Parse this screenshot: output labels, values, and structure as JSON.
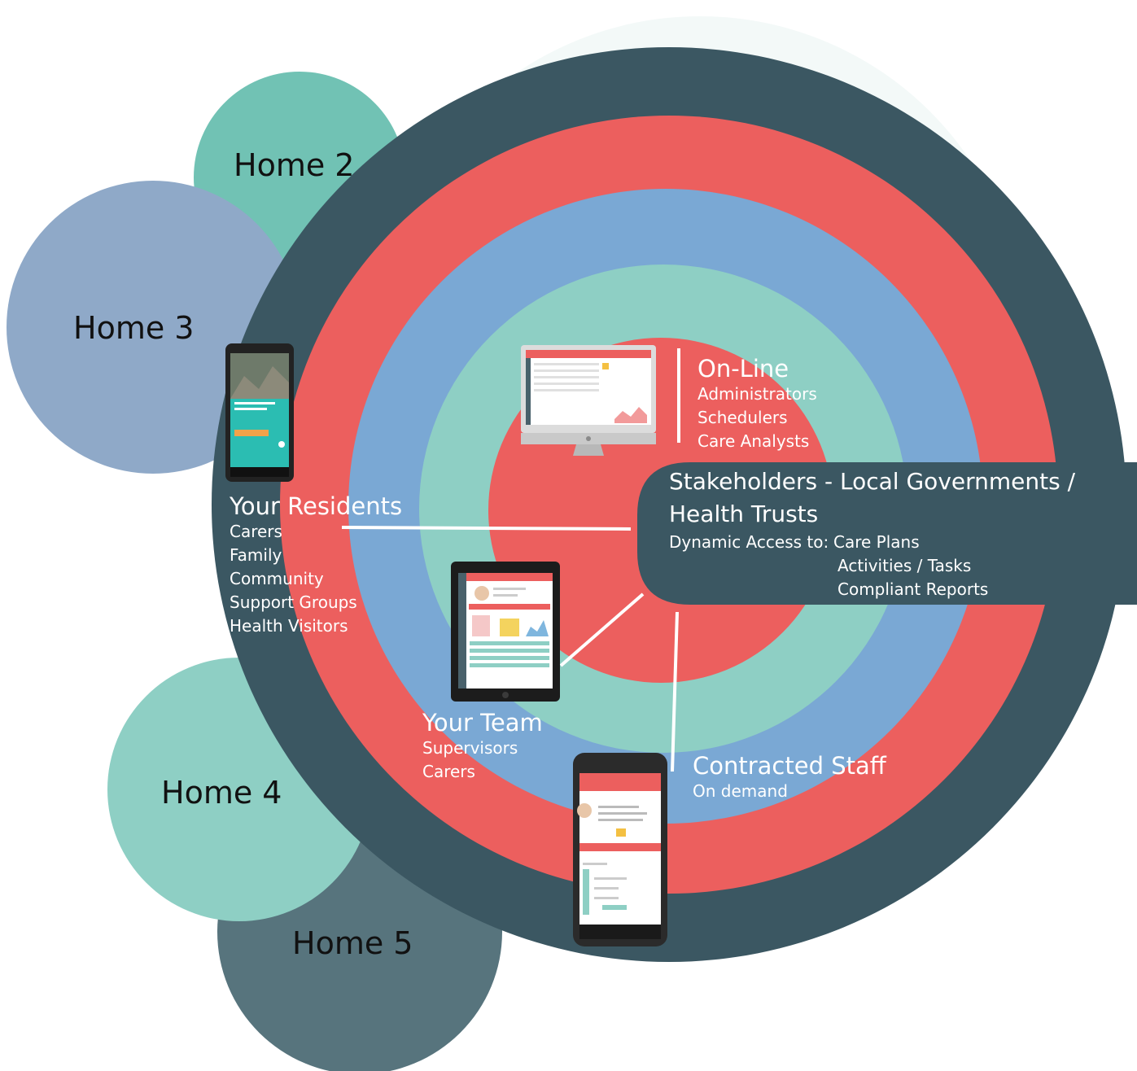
{
  "colors": {
    "outer_ring": "#3b5762",
    "red_ring": "#ec5f5e",
    "blue_ring": "#7aa8d4",
    "mint_ring": "#8ecfc4",
    "home2": "#71c2b4",
    "home3": "#8fa9c8",
    "home4": "#8ecfc4",
    "home5": "#57747d",
    "callout_box": "#3b5762",
    "connector": "#ffffff"
  },
  "homes": [
    {
      "label": "Home 2"
    },
    {
      "label": "Home 3"
    },
    {
      "label": "Home 4"
    },
    {
      "label": "Home 5"
    }
  ],
  "online": {
    "title": "On-Line",
    "items": [
      "Administrators",
      "Schedulers",
      "Care Analysts"
    ]
  },
  "stakeholders": {
    "title_line1": "Stakeholders - Local Governments /",
    "title_line2": "Health Trusts",
    "access_label": "Dynamic Access to:",
    "access_items": [
      "Care Plans",
      "Activities / Tasks",
      "Compliant Reports"
    ]
  },
  "residents": {
    "title": "Your Residents",
    "items": [
      "Carers",
      "Family",
      "Community",
      "Support Groups",
      "Health Visitors"
    ]
  },
  "team": {
    "title": "Your Team",
    "items": [
      "Supervisors",
      "Carers"
    ]
  },
  "contracted": {
    "title": "Contracted Staff",
    "items": [
      "On demand"
    ]
  },
  "devices": {
    "monitor": "desktop-monitor",
    "tablet": "tablet",
    "phone_left": "phone",
    "phone_bottom": "phone"
  }
}
